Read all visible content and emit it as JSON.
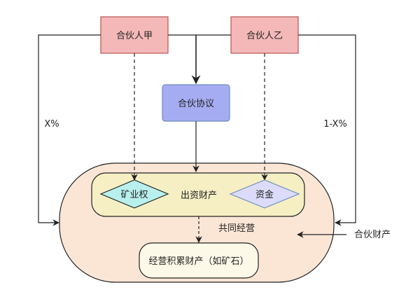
{
  "nodes": {
    "partner_a": "合伙人甲",
    "partner_b": "合伙人乙",
    "agreement": "合伙协议",
    "contributed_property": "出资财产",
    "mining_right": "矿业权",
    "funds": "资金",
    "joint_operation": "共同经营",
    "accumulated_property": "经营积累财产（如矿石）",
    "partnership_property": "合伙财产"
  },
  "edges": {
    "share_a": "X%",
    "share_b": "1-X%"
  },
  "colors": {
    "partner_fill": "#f4b8b8",
    "partner_stroke": "#b85450",
    "agreement_fill": "#a6acf2",
    "agreement_stroke": "#6c8ebf",
    "outer_fill": "#fbe6d6",
    "inner_fill": "#f6efc4",
    "inner_stroke": "#d6b656",
    "mining_fill": "#b8f0ee",
    "funds_fill": "#dcdcfa",
    "accum_fill": "#fdf9e8"
  }
}
